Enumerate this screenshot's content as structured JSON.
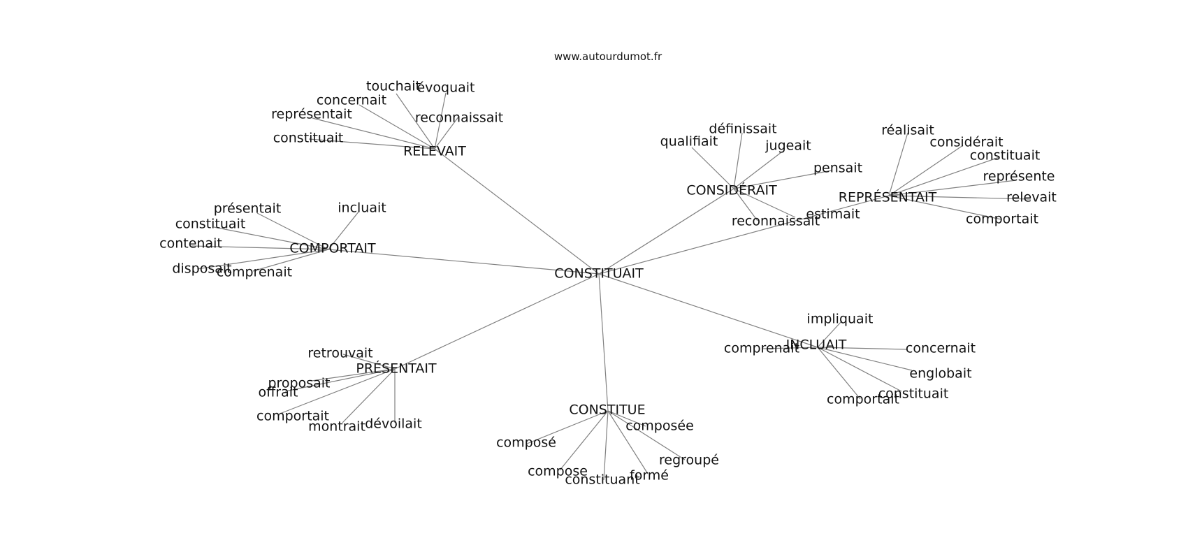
{
  "header": {
    "site": "www.autourdumot.fr"
  },
  "graph": {
    "center": "CONSTITUAIT",
    "clusters": [
      {
        "hub": "RELEVAIT",
        "leaves": [
          "touchait",
          "évoquait",
          "concernait",
          "reconnaissait",
          "représentait",
          "constituait"
        ]
      },
      {
        "hub": "CONSIDÉRAIT",
        "leaves": [
          "définissait",
          "qualifiait",
          "jugeait",
          "pensait",
          "estimait",
          "reconnaissait"
        ]
      },
      {
        "hub": "REPRÉSENTAIT",
        "leaves": [
          "réalisait",
          "considérait",
          "constituait",
          "représente",
          "relevait",
          "comportait"
        ]
      },
      {
        "hub": "COMPORTAIT",
        "leaves": [
          "présentait",
          "incluait",
          "constituait",
          "contenait",
          "disposait",
          "comprenait"
        ]
      },
      {
        "hub": "INCLUAIT",
        "leaves": [
          "impliquait",
          "comprenait",
          "concernait",
          "englobait",
          "constituait",
          "comportait"
        ]
      },
      {
        "hub": "PRÉSENTAIT",
        "leaves": [
          "retrouvait",
          "proposait",
          "offrait",
          "comportait",
          "montrait",
          "dévoilait"
        ]
      },
      {
        "hub": "CONSTITUE",
        "leaves": [
          "composé",
          "composée",
          "regroupé",
          "compose",
          "constituant",
          "formé"
        ]
      }
    ]
  }
}
